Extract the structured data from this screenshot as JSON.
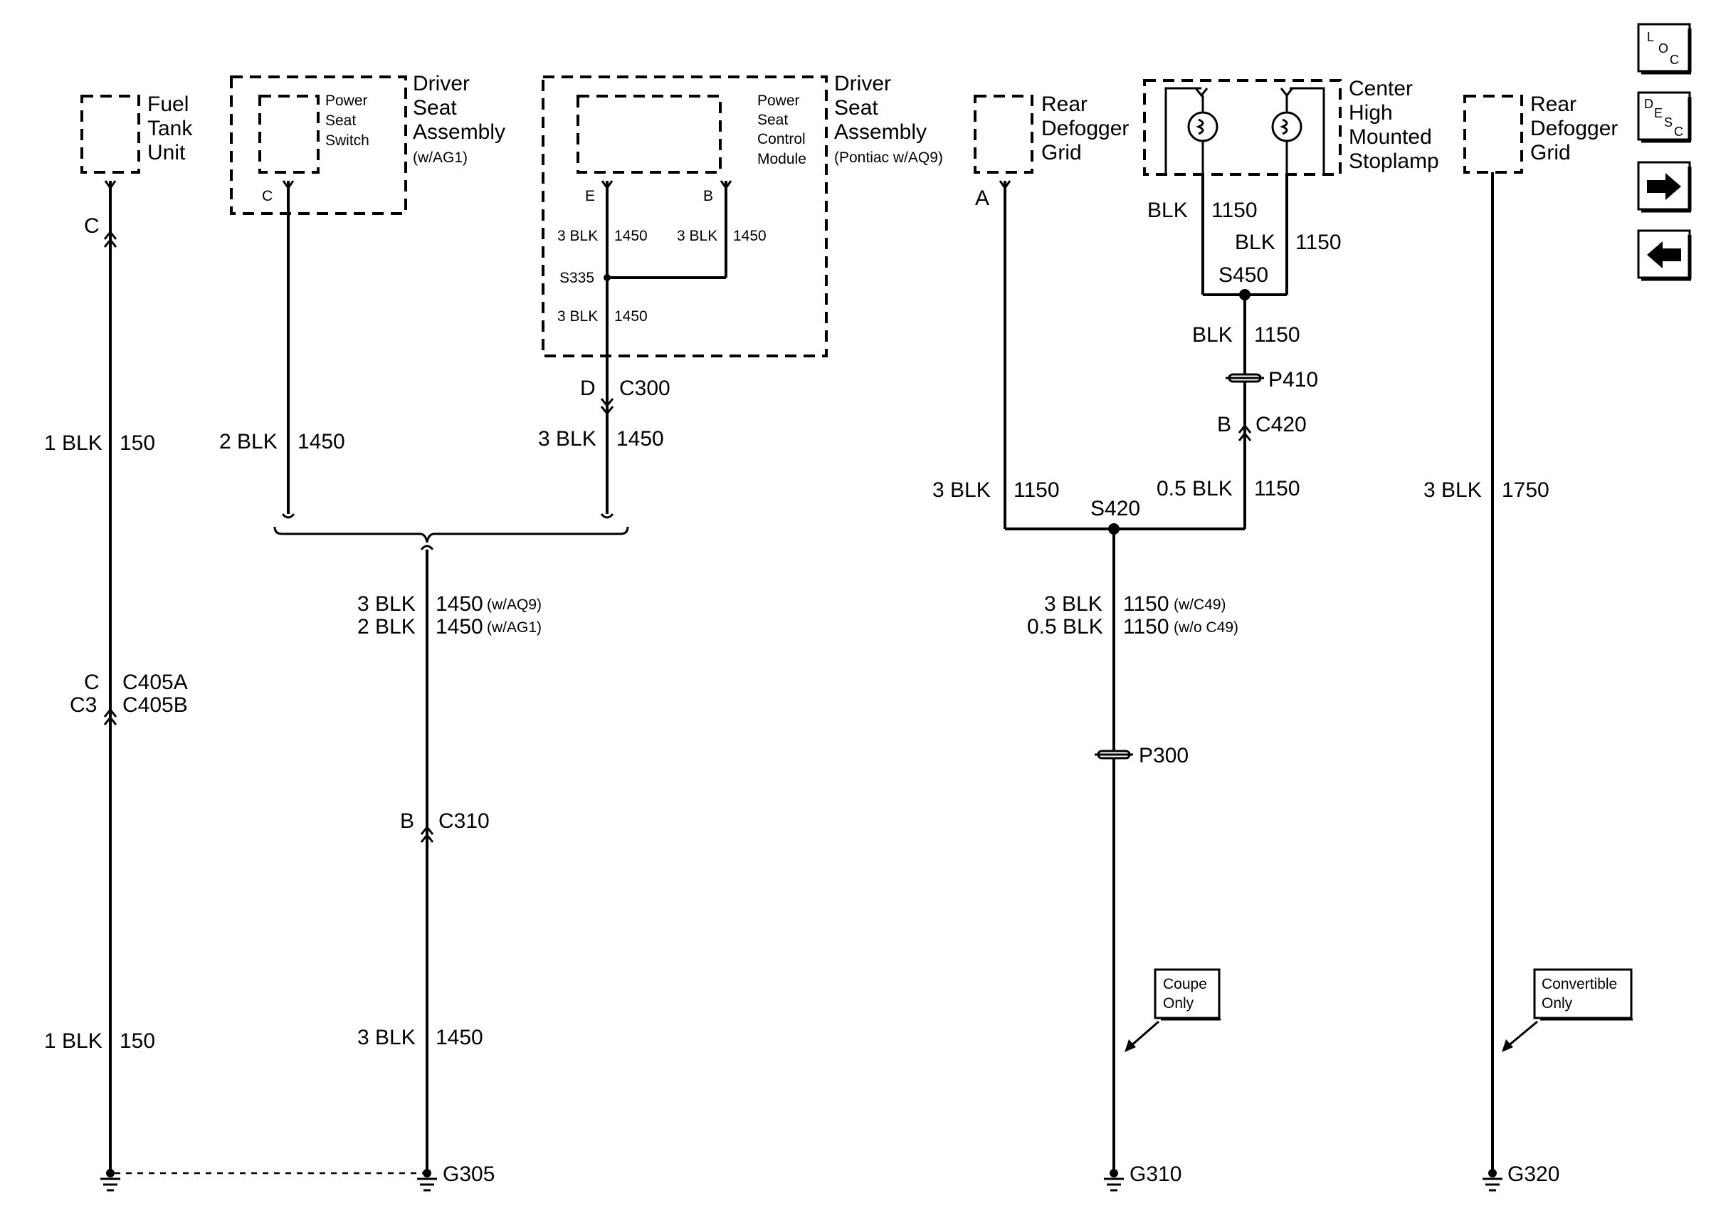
{
  "components": {
    "fuel_tank_unit": [
      "Fuel",
      "Tank",
      "Unit"
    ],
    "power_seat_switch": [
      "Power",
      "Seat",
      "Switch"
    ],
    "driver_seat_assembly_ag1": [
      "Driver",
      "Seat",
      "Assembly",
      "(w/AG1)"
    ],
    "power_seat_control_module": [
      "Power",
      "Seat",
      "Control",
      "Module"
    ],
    "driver_seat_assembly_aq9": [
      "Driver",
      "Seat",
      "Assembly",
      "(Pontiac w/AQ9)"
    ],
    "rear_defogger_grid_coupe": [
      "Rear",
      "Defogger",
      "Grid"
    ],
    "center_high_mounted_stoplamp": [
      "Center",
      "High",
      "Mounted",
      "Stoplamp"
    ],
    "rear_defogger_grid_convertible": [
      "Rear",
      "Defogger",
      "Grid"
    ]
  },
  "pins": {
    "fuel_tank_c": "C",
    "switch_c": "C",
    "module_e": "E",
    "module_b": "B",
    "defogger_a": "A",
    "c300_d": "D",
    "c405_c": "C",
    "c405_c3": "C3",
    "c310_b": "B",
    "c420_b": "B"
  },
  "connectors": {
    "c300": "C300",
    "c405a": "C405A",
    "c405b": "C405B",
    "c310": "C310",
    "c420": "C420"
  },
  "splices": {
    "s335": "S335",
    "s420": "S420",
    "s450": "S450"
  },
  "pass_throughs": {
    "p300": "P300",
    "p410": "P410"
  },
  "grounds": {
    "g305": "G305",
    "g310": "G310",
    "g320": "G320"
  },
  "wires": {
    "w150_top_gauge": "1 BLK",
    "w150_top_circuit": "150",
    "w150_bot_gauge": "1 BLK",
    "w150_bot_circuit": "150",
    "w1450_switch_gauge": "2 BLK",
    "w1450_switch_circuit": "1450",
    "w1450_c300_gauge": "3 BLK",
    "w1450_c300_circuit": "1450",
    "w1450_e_gauge": "3 BLK",
    "w1450_e_circuit": "1450",
    "w1450_b_gauge": "3 BLK",
    "w1450_b_circuit": "1450",
    "w1450_s335_gauge": "3 BLK",
    "w1450_s335_circuit": "1450",
    "w1450_aq9_gauge": "3 BLK",
    "w1450_aq9_circuit": "1450",
    "w1450_aq9_option": "(w/AQ9)",
    "w1450_ag1_gauge": "2 BLK",
    "w1450_ag1_circuit": "1450",
    "w1450_ag1_option": "(w/AG1)",
    "w1450_bot_gauge": "3 BLK",
    "w1450_bot_circuit": "1450",
    "w1150_defog_gauge": "3 BLK",
    "w1150_defog_circuit": "1150",
    "w1150_c420_gauge": "0.5 BLK",
    "w1150_c420_circuit": "1150",
    "w1150_lamp1_gauge": "BLK",
    "w1150_lamp1_circuit": "1150",
    "w1150_lamp2_gauge": "BLK",
    "w1150_lamp2_circuit": "1150",
    "w1150_s450_gauge": "BLK",
    "w1150_s450_circuit": "1150",
    "w1150_c49_gauge": "3 BLK",
    "w1150_c49_circuit": "1150",
    "w1150_c49_option": "(w/C49)",
    "w1150_noc49_gauge": "0.5 BLK",
    "w1150_noc49_circuit": "1150",
    "w1150_noc49_option": "(w/o C49)",
    "w1750_gauge": "3 BLK",
    "w1750_circuit": "1750"
  },
  "notes": {
    "coupe_only": [
      "Coupe",
      "Only"
    ],
    "convertible_only": [
      "Convertible",
      "Only"
    ]
  },
  "nav": {
    "loc": [
      "L",
      "O",
      "C"
    ],
    "desc": [
      "D",
      "E",
      "S",
      "C"
    ],
    "next_icon": "arrow-right-icon",
    "prev_icon": "arrow-left-icon"
  }
}
